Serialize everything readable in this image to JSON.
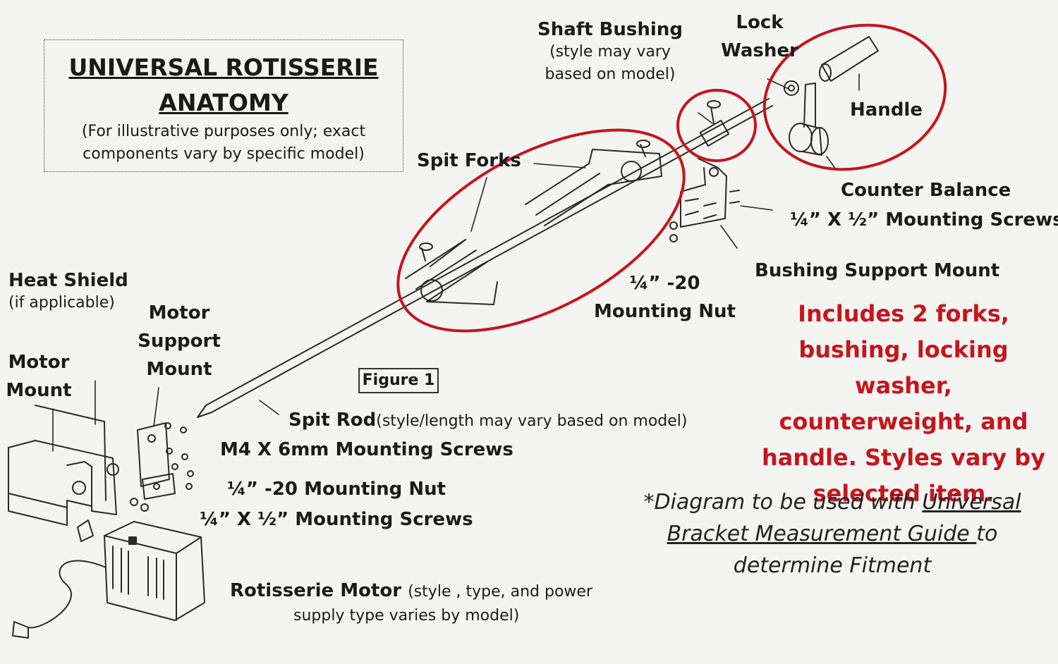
{
  "title": {
    "line1": "UNIVERSAL ROTISSERIE",
    "line2": "ANATOMY",
    "note1": "(For illustrative purposes only; exact",
    "note2": "components vary by specific model)"
  },
  "labels": {
    "shaft_bushing": "Shaft Bushing",
    "shaft_bushing_note1": "(style may vary",
    "shaft_bushing_note2": "based on model)",
    "lock_washer1": "Lock",
    "lock_washer2": "Washer",
    "handle": "Handle",
    "spit_forks": "Spit Forks",
    "counter_balance": "Counter Balance",
    "mounting_screws_top": "¼” X ½” Mounting Screws",
    "bushing_support_mount": "Bushing Support Mount",
    "nut_top1": "¼” -20",
    "nut_top2": "Mounting Nut",
    "heat_shield": "Heat Shield",
    "heat_shield_note": "(if applicable)",
    "motor_mount1": "Motor",
    "motor_mount2": "Mount",
    "motor_support1": "Motor",
    "motor_support2": "Support",
    "motor_support3": "Mount",
    "figure": "Figure 1",
    "spit_rod": "Spit Rod",
    "spit_rod_note": "(style/length may vary based on model)",
    "m4_screws": "M4 X 6mm Mounting Screws",
    "nut_bottom": "¼” -20 Mounting Nut",
    "screws_bottom": "¼” X ½” Mounting Screws",
    "motor": "Rotisserie Motor",
    "motor_note1": "(style , type, and power",
    "motor_note2": "supply type varies by model)"
  },
  "includes_note": {
    "line1": "Includes 2 forks,",
    "line2": "bushing, locking washer,",
    "line3": "counterweight, and",
    "line4": "handle. Styles vary by",
    "line5": "selected item."
  },
  "guide_note": {
    "prefix": "*Diagram to be used with ",
    "link1": "Universal",
    "link2": "Bracket Measurement Guide ",
    "middle": "to",
    "suffix": "determine Fitment"
  },
  "colors": {
    "highlight_red": "#c4161c",
    "ink": "#1b1b1b"
  }
}
